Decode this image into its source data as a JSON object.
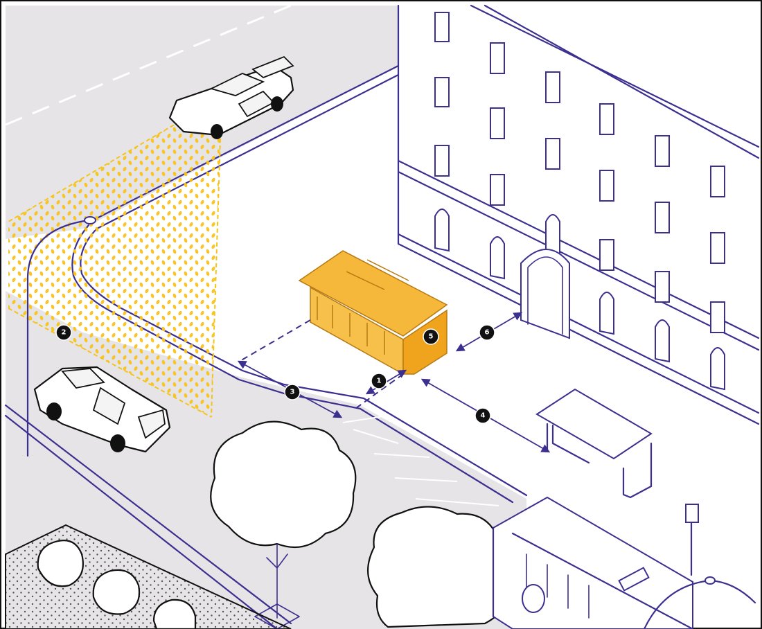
{
  "markers": [
    {
      "id": "marker-1",
      "label": "1"
    },
    {
      "id": "marker-2",
      "label": "2"
    },
    {
      "id": "marker-3",
      "label": "3"
    },
    {
      "id": "marker-4",
      "label": "4"
    },
    {
      "id": "marker-5",
      "label": "5"
    },
    {
      "id": "marker-6",
      "label": "6"
    }
  ],
  "colors": {
    "line": "#3b2f8f",
    "kiosk": "#f5b83a",
    "light_cone": "#f7d23a",
    "road": "#e6e4e6",
    "marker": "#111111"
  },
  "icons": [
    "street-lamp-icon",
    "car-icon",
    "tree-icon",
    "bus-icon",
    "bus-stop-shelter-icon",
    "kiosk-icon",
    "building-icon",
    "sign-icon"
  ]
}
